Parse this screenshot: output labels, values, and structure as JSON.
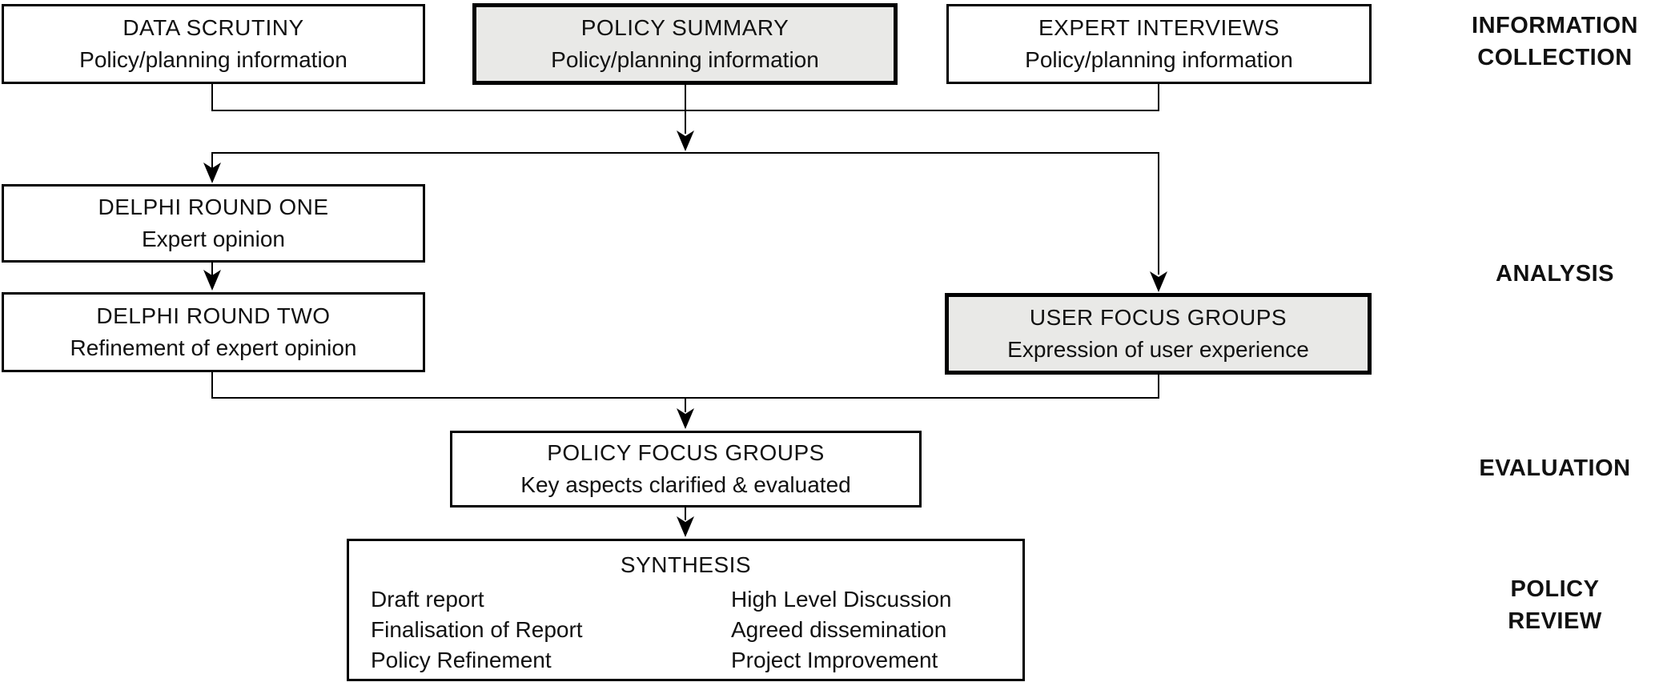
{
  "boxes": {
    "data_scrutiny": {
      "title": "DATA SCRUTINY",
      "subtitle": "Policy/planning information"
    },
    "policy_summary": {
      "title": "POLICY SUMMARY",
      "subtitle": "Policy/planning information",
      "highlighted": true
    },
    "expert_interviews": {
      "title": "EXPERT INTERVIEWS",
      "subtitle": "Policy/planning information"
    },
    "delphi_round_one": {
      "title": "DELPHI ROUND ONE",
      "subtitle": "Expert opinion"
    },
    "delphi_round_two": {
      "title": "DELPHI ROUND TWO",
      "subtitle": "Refinement of expert opinion"
    },
    "user_focus_groups": {
      "title": "USER FOCUS GROUPS",
      "subtitle": "Expression of user experience",
      "highlighted": true
    },
    "policy_focus_groups": {
      "title": "POLICY FOCUS GROUPS",
      "subtitle": "Key aspects clarified & evaluated"
    },
    "synthesis": {
      "title": "SYNTHESIS",
      "left_items": [
        "Draft report",
        "Finalisation of Report",
        "Policy Refinement"
      ],
      "right_items": [
        "High Level Discussion",
        "Agreed dissemination",
        "Project Improvement"
      ]
    }
  },
  "stages": {
    "information_collection": {
      "lines": [
        "INFORMATION",
        "COLLECTION"
      ]
    },
    "analysis": {
      "lines": [
        "ANALYSIS"
      ]
    },
    "evaluation": {
      "lines": [
        "EVALUATION"
      ]
    },
    "policy_review": {
      "lines": [
        "POLICY",
        "REVIEW"
      ]
    }
  },
  "icons": {
    "connector_arrow": "arrow-down-icon"
  },
  "colors": {
    "background": "#ffffff",
    "line": "#000000",
    "box_fill": "#ffffff",
    "highlight_fill": "#e9e9e7",
    "text": "#111111"
  }
}
